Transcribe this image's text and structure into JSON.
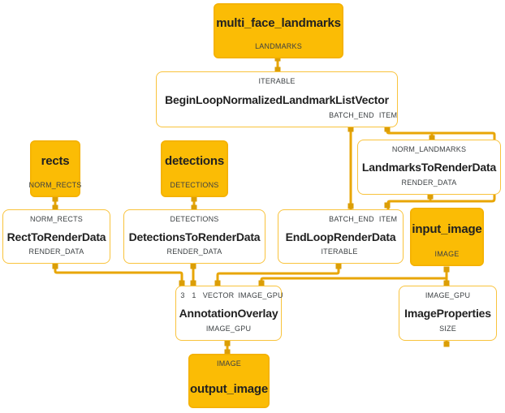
{
  "diagram": {
    "kind": "mediapipe-graph",
    "colors": {
      "stream_node_fill": "#FBBC05",
      "calculator_border": "#F9C33C",
      "edge_line": "#E8A606",
      "port_connector": "#DB9E06",
      "title_text": "#212121",
      "port_text": "#3c4043",
      "background": "#ffffff"
    },
    "nodes": {
      "multi_face_landmarks": {
        "title": "multi_face_landmarks",
        "bottom_port": "LANDMARKS"
      },
      "begin_loop": {
        "title": "BeginLoopNormalizedLandmarkListVector",
        "top_port": "ITERABLE",
        "bottom_ports": {
          "batch_end": "BATCH_END",
          "item": "ITEM"
        }
      },
      "rects": {
        "title": "rects",
        "bottom_port": "NORM_RECTS"
      },
      "detections": {
        "title": "detections",
        "bottom_port": "DETECTIONS"
      },
      "landmarks_to_render_data": {
        "title": "LandmarksToRenderData",
        "top_port": "NORM_LANDMARKS",
        "bottom_port": "RENDER_DATA"
      },
      "rect_to_render_data": {
        "title": "RectToRenderData",
        "top_port": "NORM_RECTS",
        "bottom_port": "RENDER_DATA"
      },
      "detections_to_render_data": {
        "title": "DetectionsToRenderData",
        "top_port": "DETECTIONS",
        "bottom_port": "RENDER_DATA"
      },
      "end_loop_render_data": {
        "title": "EndLoopRenderData",
        "top_ports": {
          "batch_end": "BATCH_END",
          "item": "ITEM"
        },
        "bottom_port": "ITERABLE"
      },
      "input_image": {
        "title": "input_image",
        "bottom_port": "IMAGE"
      },
      "annotation_overlay": {
        "title": "AnnotationOverlay",
        "top_ports": {
          "p3": "3",
          "p1": "1",
          "vector": "VECTOR",
          "image_gpu": "IMAGE_GPU"
        },
        "bottom_port": "IMAGE_GPU"
      },
      "image_properties": {
        "title": "ImageProperties",
        "top_port": "IMAGE_GPU",
        "bottom_port": "SIZE"
      },
      "output_image": {
        "title": "output_image",
        "top_port": "IMAGE"
      }
    },
    "edges": [
      "multi_face_landmarks.LANDMARKS -> begin_loop.ITERABLE",
      "begin_loop.BATCH_END -> end_loop_render_data.BATCH_END",
      "begin_loop.ITEM -> landmarks_to_render_data.NORM_LANDMARKS",
      "landmarks_to_render_data.RENDER_DATA -> end_loop_render_data.ITEM",
      "rects.NORM_RECTS -> rect_to_render_data.NORM_RECTS",
      "detections.DETECTIONS -> detections_to_render_data.DETECTIONS",
      "rect_to_render_data.RENDER_DATA -> annotation_overlay.3",
      "detections_to_render_data.RENDER_DATA -> annotation_overlay.1",
      "end_loop_render_data.ITERABLE -> annotation_overlay.VECTOR",
      "input_image.IMAGE -> annotation_overlay.IMAGE_GPU",
      "input_image.IMAGE -> image_properties.IMAGE_GPU",
      "annotation_overlay.IMAGE_GPU -> output_image.IMAGE"
    ]
  }
}
